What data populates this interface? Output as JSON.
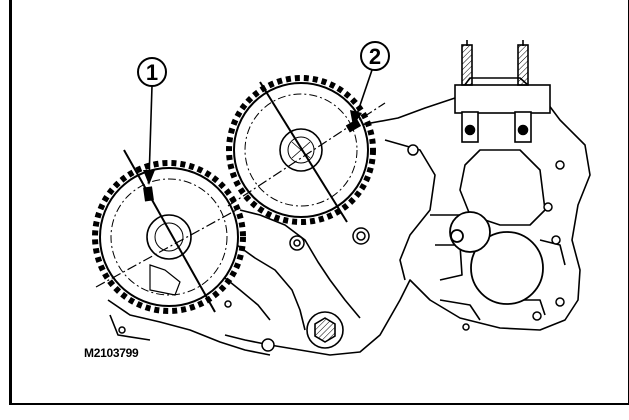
{
  "diagram": {
    "callouts": [
      {
        "id": "1",
        "label": "1"
      },
      {
        "id": "2",
        "label": "2"
      }
    ],
    "figure_code": "M2103799"
  }
}
